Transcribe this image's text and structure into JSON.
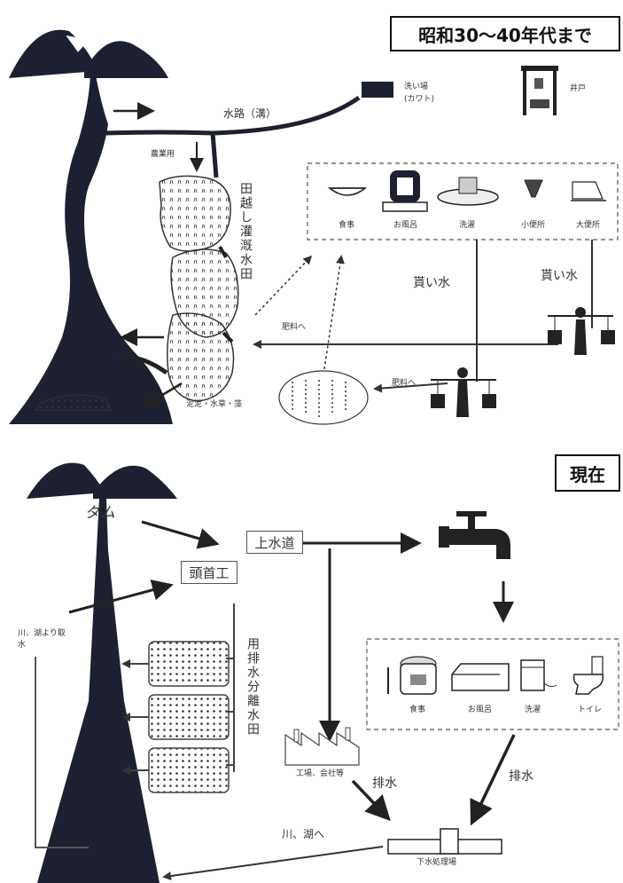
{
  "top": {
    "title": "昭和30～40年代まで",
    "wash_place": "洗い場",
    "wash_place_reading": "(カワト)",
    "well": "井戸",
    "waterway": "水路（溝）",
    "agri_water": "農業用",
    "rice_paddy_irrigation": "田越し灌漑水田",
    "uses": [
      "食事",
      "お風呂",
      "洗濯",
      "小便所",
      "大便所"
    ],
    "carry_water_1": "貰い水",
    "carry_water_2": "貰い水",
    "fertilizer_1": "肥料へ",
    "fertilizer_2": "肥料へ",
    "mud": "泥泥・水草・藻"
  },
  "bottom": {
    "title": "現在",
    "dam": "ダム",
    "water_supply": "上水道",
    "intake_weir": "頭首工",
    "intake_from_river": "川、湖より取水",
    "separated_paddy": "用排水分離水田",
    "uses": [
      "食事",
      "お風呂",
      "洗濯",
      "トイレ"
    ],
    "factory": "工場、会社等",
    "drainage_1": "排水",
    "drainage_2": "排水",
    "to_river": "川、湖へ",
    "sewage_plant": "下水処理場"
  }
}
